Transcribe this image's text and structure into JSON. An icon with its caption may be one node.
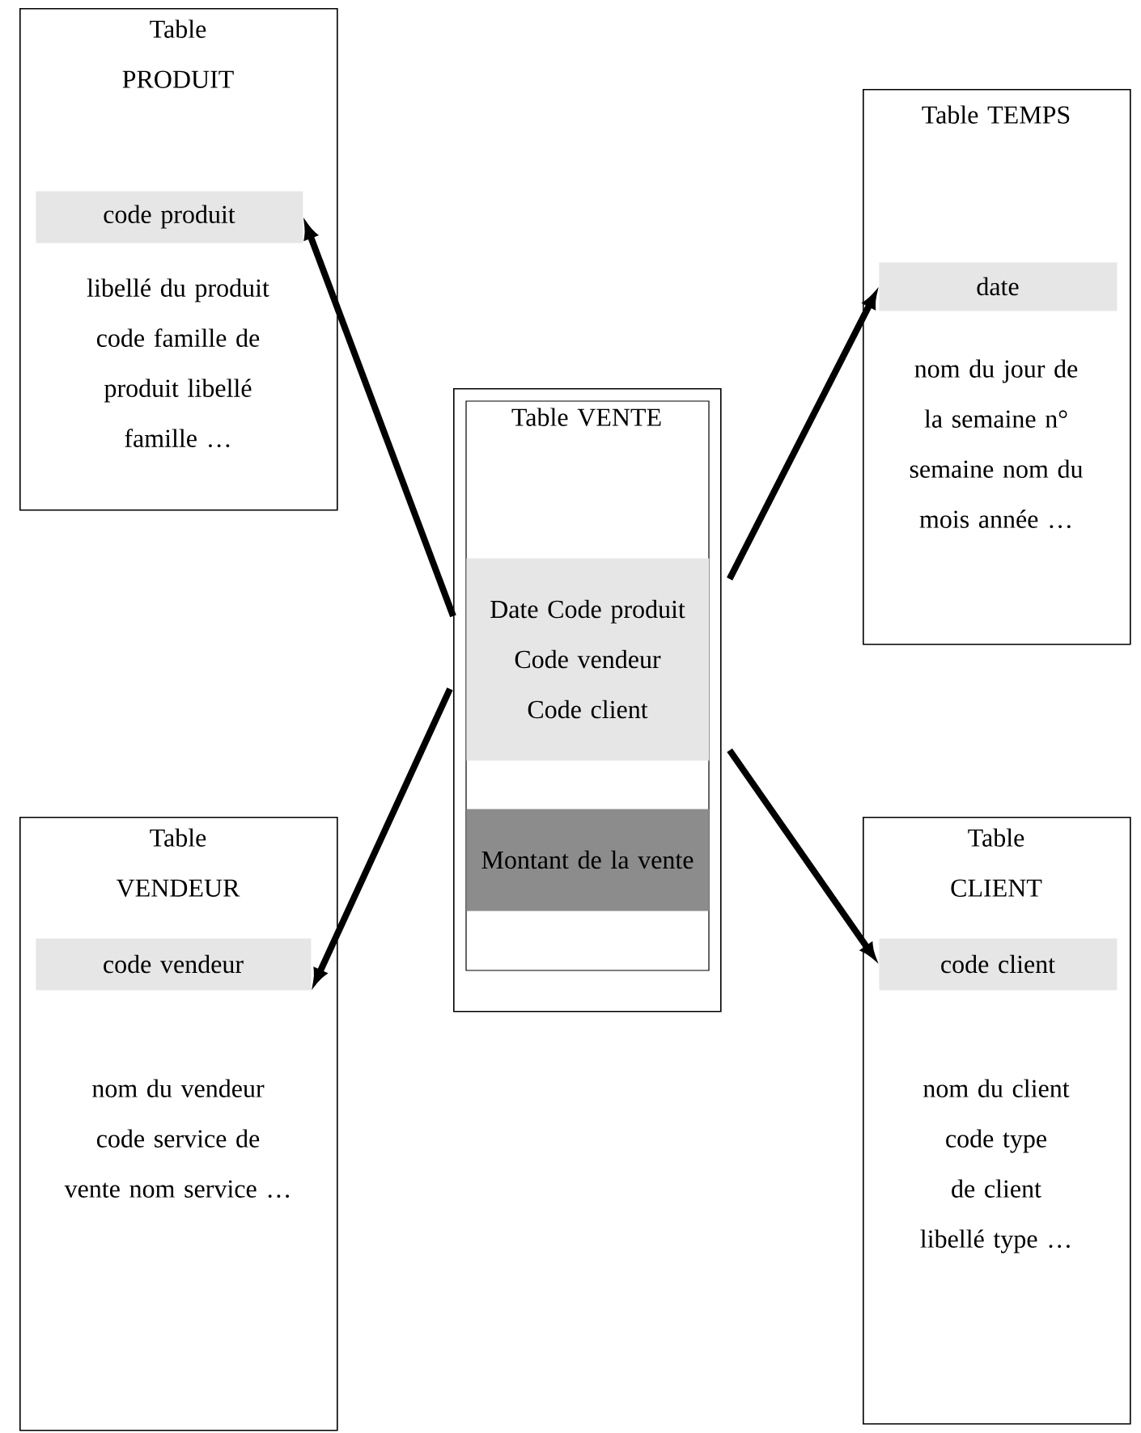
{
  "diagram": {
    "nodes": [
      {
        "text": [
          "Table PRODUIT",
          "libellé du produit code famille de produit libellé famille …"
        ]
      },
      {
        "text": [
          "code produit"
        ],
        "in": 0
      },
      {
        "text": [
          "Table TEMPS",
          "nom du jour de la semaine n° semaine nom du mois année …"
        ]
      },
      {
        "text": [
          "date"
        ],
        "in": 2
      },
      {
        "text": [
          "Table VENTE"
        ]
      },
      {
        "text": [
          "Date Code produit Code vendeur Code client"
        ],
        "in": 4
      },
      {
        "text": [
          "Montant de la vente"
        ],
        "in": 4
      },
      {
        "text": [
          "Table VENDEUR",
          "nom du vendeur code service de vente nom service …"
        ]
      },
      {
        "text": [
          "code vendeur"
        ],
        "in": 7
      },
      {
        "text": [
          "Table CLIENT",
          "nom du client code type de client libellé type …"
        ]
      },
      {
        "text": [
          "code client"
        ],
        "in": 9
      }
    ],
    "edges": [
      {
        "from": 4,
        "to": 1,
        "arrow": "to"
      },
      {
        "from": 4,
        "to": 3,
        "arrow": "to"
      },
      {
        "from": 4,
        "to": 8,
        "arrow": "to"
      },
      {
        "from": 4,
        "to": 10,
        "arrow": "to"
      }
    ]
  }
}
